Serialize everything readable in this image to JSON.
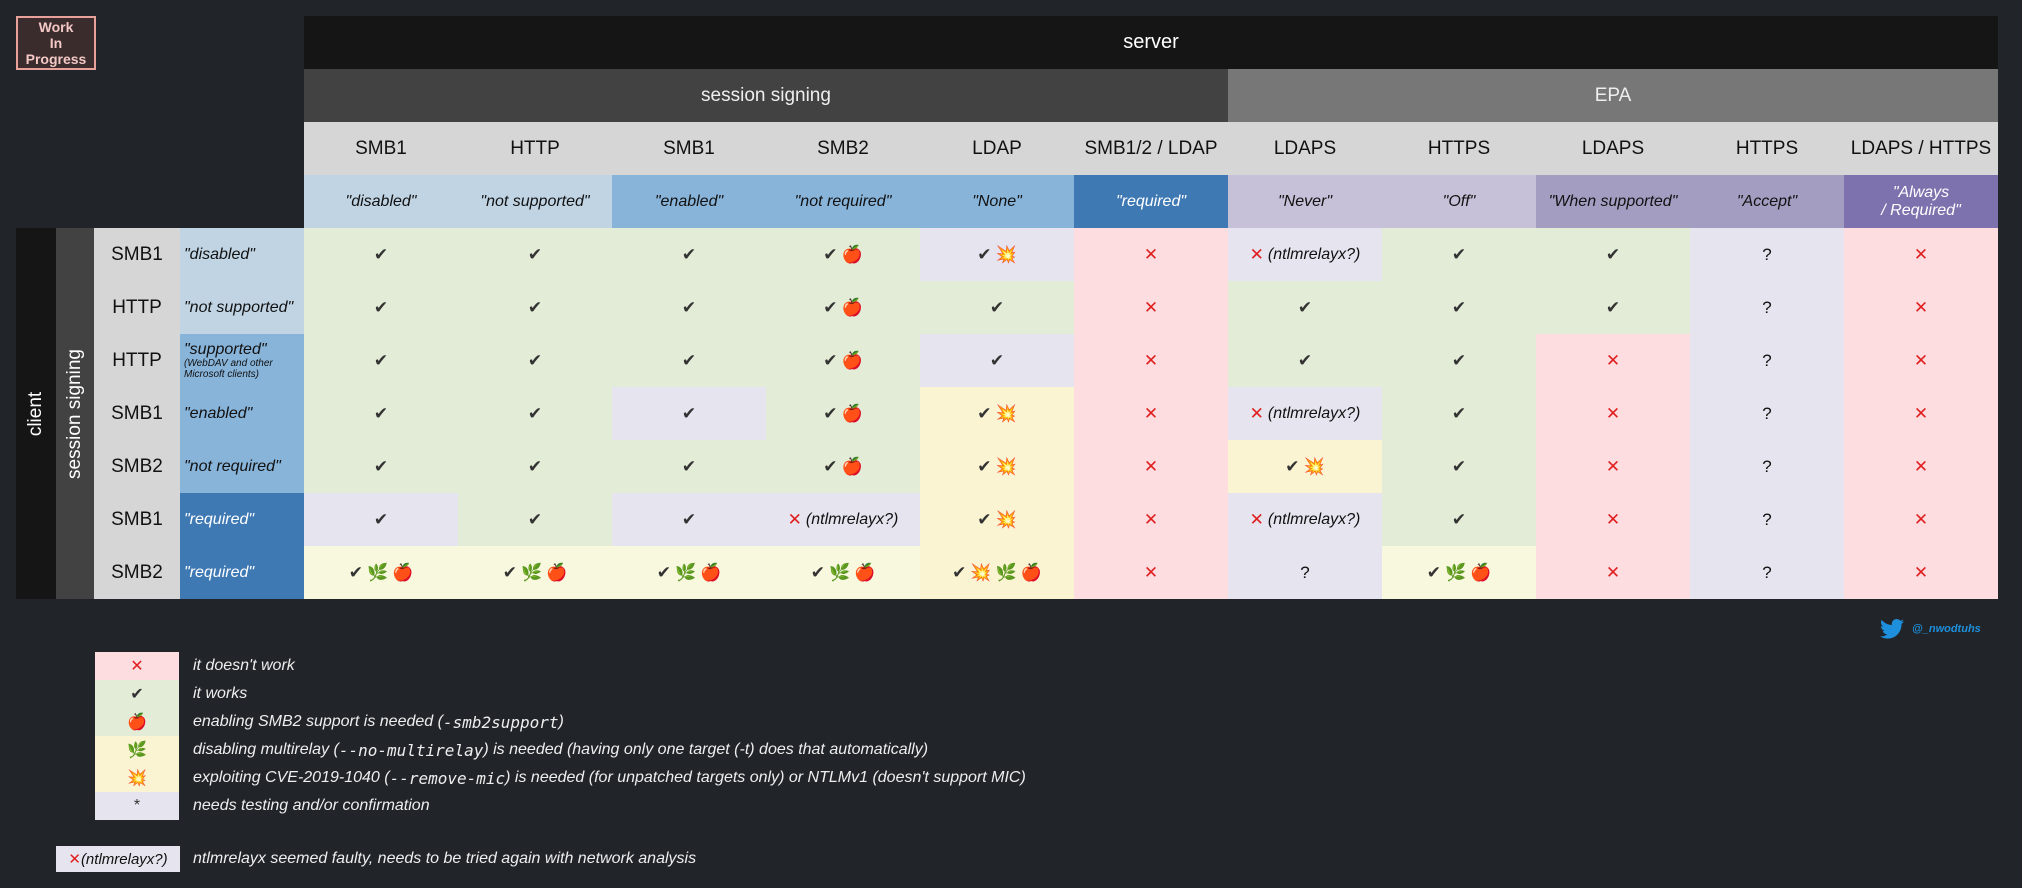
{
  "wip_badge": "Work\nIn\nProgress",
  "header": {
    "server": "server",
    "session_signing": "session signing",
    "epa": "EPA"
  },
  "server_columns": [
    {
      "proto": "SMB1",
      "value": "\"disabled\"",
      "bg": "#c0d4e4"
    },
    {
      "proto": "HTTP",
      "value": "\"not supported\"",
      "bg": "#c0d4e4"
    },
    {
      "proto": "SMB1",
      "value": "\"enabled\"",
      "bg": "#88b4da"
    },
    {
      "proto": "SMB2",
      "value": "\"not required\"",
      "bg": "#88b4da"
    },
    {
      "proto": "LDAP",
      "value": "\"None\"",
      "bg": "#88b4da"
    },
    {
      "proto": "SMB1/2 / LDAP",
      "value": "\"required\"",
      "bg": "#3f79b4"
    },
    {
      "proto": "LDAPS",
      "value": "\"Never\"",
      "bg": "#c6c1d8"
    },
    {
      "proto": "HTTPS",
      "value": "\"Off\"",
      "bg": "#c6c1d8"
    },
    {
      "proto": "LDAPS",
      "value": "\"When supported\"",
      "bg": "#a39dc2"
    },
    {
      "proto": "HTTPS",
      "value": "\"Accept\"",
      "bg": "#a39dc2"
    },
    {
      "proto": "LDAPS / HTTPS",
      "value": "\"Always\n/ Required\"",
      "bg": "#7d72ae"
    }
  ],
  "client_side": {
    "label": "client",
    "session_signing": "session signing"
  },
  "client_rows": [
    {
      "proto": "SMB1",
      "value": "\"disabled\"",
      "note": "",
      "bg": "#c0d4e4"
    },
    {
      "proto": "HTTP",
      "value": "\"not supported\"",
      "note": "",
      "bg": "#c0d4e4"
    },
    {
      "proto": "HTTP",
      "value": "\"supported\"",
      "note": "(WebDAV and other Microsoft clients)",
      "bg": "#88b4da"
    },
    {
      "proto": "SMB1",
      "value": "\"enabled\"",
      "note": "",
      "bg": "#88b4da"
    },
    {
      "proto": "SMB2",
      "value": "\"not required\"",
      "note": "",
      "bg": "#88b4da"
    },
    {
      "proto": "SMB1",
      "value": "\"required\"",
      "note": "",
      "bg": "#3f79b4"
    },
    {
      "proto": "SMB2",
      "value": "\"required\"",
      "note": "",
      "bg": "#3f79b4"
    }
  ],
  "cell_legend": {
    "ok": "✔",
    "x": "✕",
    "apple": "🍎",
    "leaf": "🌿",
    "boom": "💥",
    "q": "?",
    "faulty": "(ntlmrelayx?)"
  },
  "cell_colors": {
    "green": "#e3ecd6",
    "red": "#fddde0",
    "yellow": "#fbf4d2",
    "cream": "#f7f8de",
    "grey": "#e6e4ee"
  },
  "matrix": [
    [
      [
        "green",
        "ok"
      ],
      [
        "green",
        "ok"
      ],
      [
        "green",
        "ok"
      ],
      [
        "green",
        "ok apple"
      ],
      [
        "grey",
        "ok boom"
      ],
      [
        "red",
        "x"
      ],
      [
        "grey",
        "xf"
      ],
      [
        "green",
        "ok"
      ],
      [
        "green",
        "ok"
      ],
      [
        "grey",
        "q"
      ],
      [
        "red",
        "x"
      ]
    ],
    [
      [
        "green",
        "ok"
      ],
      [
        "green",
        "ok"
      ],
      [
        "green",
        "ok"
      ],
      [
        "green",
        "ok apple"
      ],
      [
        "green",
        "ok"
      ],
      [
        "red",
        "x"
      ],
      [
        "green",
        "ok"
      ],
      [
        "green",
        "ok"
      ],
      [
        "green",
        "ok"
      ],
      [
        "grey",
        "q"
      ],
      [
        "red",
        "x"
      ]
    ],
    [
      [
        "green",
        "ok"
      ],
      [
        "green",
        "ok"
      ],
      [
        "green",
        "ok"
      ],
      [
        "green",
        "ok apple"
      ],
      [
        "grey",
        "ok"
      ],
      [
        "red",
        "x"
      ],
      [
        "green",
        "ok"
      ],
      [
        "green",
        "ok"
      ],
      [
        "red",
        "x"
      ],
      [
        "grey",
        "q"
      ],
      [
        "red",
        "x"
      ]
    ],
    [
      [
        "green",
        "ok"
      ],
      [
        "green",
        "ok"
      ],
      [
        "grey",
        "ok"
      ],
      [
        "green",
        "ok apple"
      ],
      [
        "yellow",
        "ok boom"
      ],
      [
        "red",
        "x"
      ],
      [
        "grey",
        "xf"
      ],
      [
        "green",
        "ok"
      ],
      [
        "red",
        "x"
      ],
      [
        "grey",
        "q"
      ],
      [
        "red",
        "x"
      ]
    ],
    [
      [
        "green",
        "ok"
      ],
      [
        "green",
        "ok"
      ],
      [
        "green",
        "ok"
      ],
      [
        "green",
        "ok apple"
      ],
      [
        "yellow",
        "ok boom"
      ],
      [
        "red",
        "x"
      ],
      [
        "yellow",
        "ok boom"
      ],
      [
        "green",
        "ok"
      ],
      [
        "red",
        "x"
      ],
      [
        "grey",
        "q"
      ],
      [
        "red",
        "x"
      ]
    ],
    [
      [
        "grey",
        "ok"
      ],
      [
        "green",
        "ok"
      ],
      [
        "grey",
        "ok"
      ],
      [
        "grey",
        "xf"
      ],
      [
        "yellow",
        "ok boom"
      ],
      [
        "red",
        "x"
      ],
      [
        "grey",
        "xf"
      ],
      [
        "green",
        "ok"
      ],
      [
        "red",
        "x"
      ],
      [
        "grey",
        "q"
      ],
      [
        "red",
        "x"
      ]
    ],
    [
      [
        "cream",
        "ok leaf apple"
      ],
      [
        "cream",
        "ok leaf apple"
      ],
      [
        "cream",
        "ok leaf apple"
      ],
      [
        "cream",
        "ok leaf apple"
      ],
      [
        "yellow",
        "ok boom leaf apple"
      ],
      [
        "red",
        "x"
      ],
      [
        "grey",
        "q"
      ],
      [
        "cream",
        "ok leaf apple"
      ],
      [
        "red",
        "x"
      ],
      [
        "grey",
        "q"
      ],
      [
        "red",
        "x"
      ]
    ]
  ],
  "twitter_handle": "@_nwodtuhs",
  "legend": [
    {
      "symbol": "✕",
      "bg": "#fddde0",
      "color": "#e02020",
      "pre": "it doesn't work",
      "code": "",
      "post": ""
    },
    {
      "symbol": "✔",
      "bg": "#e3ecd6",
      "color": "#333333",
      "pre": "it works",
      "code": "",
      "post": ""
    },
    {
      "symbol": "🍎",
      "bg": "#e3ecd6",
      "color": "#cc2222",
      "pre": "enabling SMB2 support is needed (",
      "code": "-smb2support",
      "post": ")"
    },
    {
      "symbol": "🌿",
      "bg": "#fbf4d2",
      "color": "#5a8a2a",
      "pre": "disabling multirelay (",
      "code": "--no-multirelay",
      "post": ") is needed (having only one target (-t) does that automatically)"
    },
    {
      "symbol": "💥",
      "bg": "#fbf4d2",
      "color": "#e08a10",
      "pre": "exploiting CVE-2019-1040 (",
      "code": "--remove-mic",
      "post": ") is needed (for unpatched targets only) or NTLMv1 (doesn't support MIC)"
    },
    {
      "symbol": "*",
      "bg": "#e6e4ee",
      "color": "#333333",
      "pre": "needs testing and/or confirmation",
      "code": "",
      "post": ""
    }
  ],
  "footnote": {
    "text": "ntlmrelayx seemed faulty, needs to be tried again with network analysis"
  }
}
